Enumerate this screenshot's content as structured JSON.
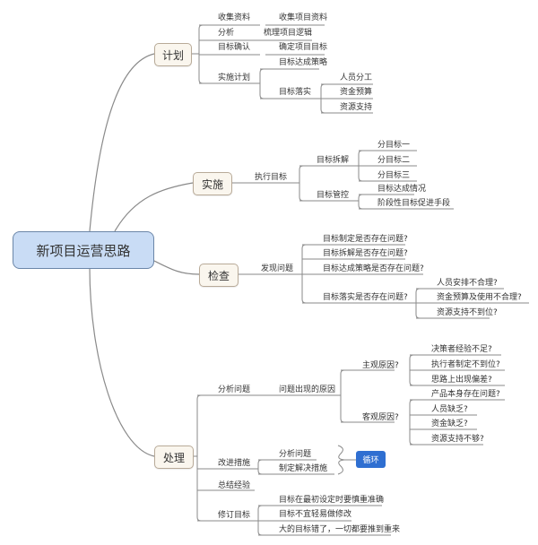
{
  "root": {
    "label": "新项目运营思路"
  },
  "branches": [
    {
      "id": "plan",
      "label": "计划",
      "children": [
        {
          "label": "收集资料",
          "children": [
            {
              "label": "收集项目资料"
            }
          ]
        },
        {
          "label": "分析",
          "children": [
            {
              "label": "梳理项目逻辑"
            }
          ]
        },
        {
          "label": "目标确认",
          "children": [
            {
              "label": "确定项目目标"
            }
          ]
        },
        {
          "label": "实施计划",
          "children": [
            {
              "label": "目标达成策略"
            },
            {
              "label": "目标落实",
              "children": [
                {
                  "label": "人员分工"
                },
                {
                  "label": "资金预算"
                },
                {
                  "label": "资源支持"
                }
              ]
            }
          ]
        }
      ]
    },
    {
      "id": "execute",
      "label": "实施",
      "children": [
        {
          "label": "执行目标",
          "children": [
            {
              "label": "目标拆解",
              "children": [
                {
                  "label": "分目标一"
                },
                {
                  "label": "分目标二"
                },
                {
                  "label": "分目标三"
                }
              ]
            },
            {
              "label": "目标管控",
              "children": [
                {
                  "label": "目标达成情况"
                },
                {
                  "label": "阶段性目标促进手段"
                }
              ]
            }
          ]
        }
      ]
    },
    {
      "id": "check",
      "label": "检查",
      "children": [
        {
          "label": "发现问题",
          "children": [
            {
              "label": "目标制定是否存在问题?"
            },
            {
              "label": "目标拆解是否存在问题?"
            },
            {
              "label": "目标达成策略是否存在问题?"
            },
            {
              "label": "目标落实是否存在问题?",
              "children": [
                {
                  "label": "人员安排不合理?"
                },
                {
                  "label": "资金预算及使用不合理?"
                },
                {
                  "label": "资源支持不到位?"
                }
              ]
            }
          ]
        }
      ]
    },
    {
      "id": "handle",
      "label": "处理",
      "children": [
        {
          "label": "分析问题",
          "children": [
            {
              "label": "问题出现的原因",
              "children": [
                {
                  "label": "主观原因?",
                  "children": [
                    {
                      "label": "决策者经验不足?"
                    },
                    {
                      "label": "执行者制定不到位?"
                    },
                    {
                      "label": "思路上出现偏差?"
                    }
                  ]
                },
                {
                  "label": "客观原因?",
                  "children": [
                    {
                      "label": "产品本身存在问题?"
                    },
                    {
                      "label": "人员缺乏?"
                    },
                    {
                      "label": "资金缺乏?"
                    },
                    {
                      "label": "资源支持不够?"
                    }
                  ]
                }
              ]
            }
          ]
        },
        {
          "label": "改进措施",
          "children": [
            {
              "label": "分析问题"
            },
            {
              "label": "制定解决措施"
            }
          ]
        },
        {
          "label": "总结经验"
        },
        {
          "label": "修订目标",
          "children": [
            {
              "label": "目标在最初设定时要慎重准确"
            },
            {
              "label": "目标不宜轻易做修改"
            },
            {
              "label": "大的目标错了，一切都要推到重来"
            }
          ]
        }
      ]
    }
  ],
  "loop_badge": {
    "label": "循环"
  },
  "colors": {
    "line": "#8a8a8a",
    "root_fill": "#c9dcf5",
    "root_border": "#6b86a8",
    "branch_fill": "#faf6ee",
    "loop_fill": "#2f6fd1"
  }
}
